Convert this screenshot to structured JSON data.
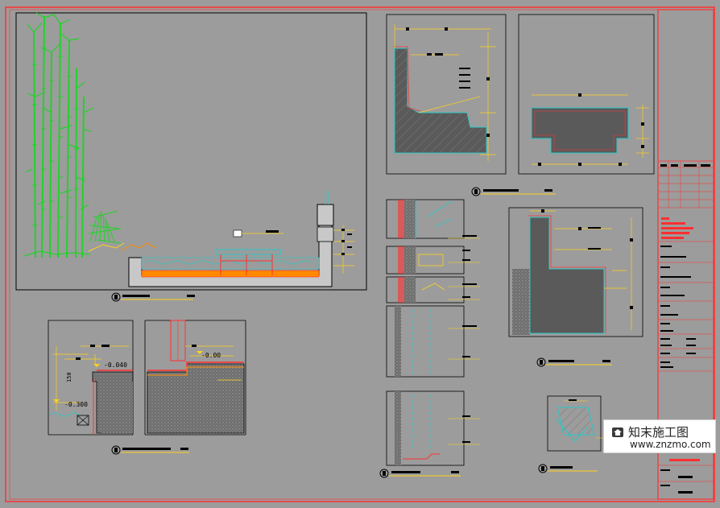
{
  "drawing": {
    "elevation_marks": [
      "-0.040",
      "-0.300",
      "-0.00"
    ],
    "dimension_marks": [
      "150"
    ]
  },
  "watermark": {
    "name": "知末施工图",
    "url": "www.znzmo.com"
  },
  "colors": {
    "background": "#9c9c9c",
    "frame": "#ff3030",
    "line": "#000000",
    "dimension": "#ffd21c",
    "detail": "#00d2d2",
    "hatch": "#5a5a5a",
    "vegetation": "#22d22a",
    "water": "#28c8c8",
    "fill_orange": "#ff8a00"
  }
}
